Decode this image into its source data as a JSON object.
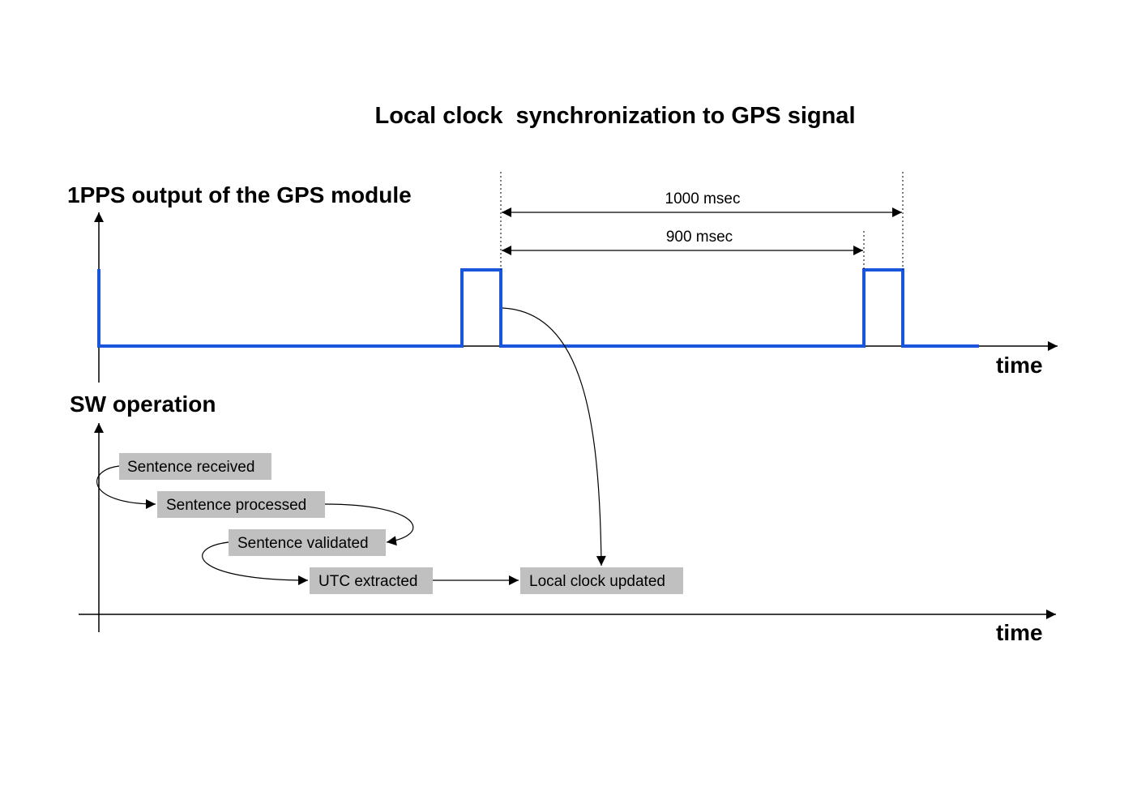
{
  "title": "Local clock  synchronization to GPS signal",
  "pps_section": {
    "label": "1PPS output of the GPS module",
    "axis_label": "time",
    "signal_color": "#1a56db"
  },
  "dimensions": {
    "period": "1000 msec",
    "gap": "900 msec"
  },
  "sw_section": {
    "label": "SW operation",
    "axis_label": "time",
    "box_color": "#c0c0c0",
    "steps": [
      "Sentence received",
      "Sentence processed",
      "Sentence validated",
      "UTC extracted",
      "Local clock updated"
    ]
  }
}
